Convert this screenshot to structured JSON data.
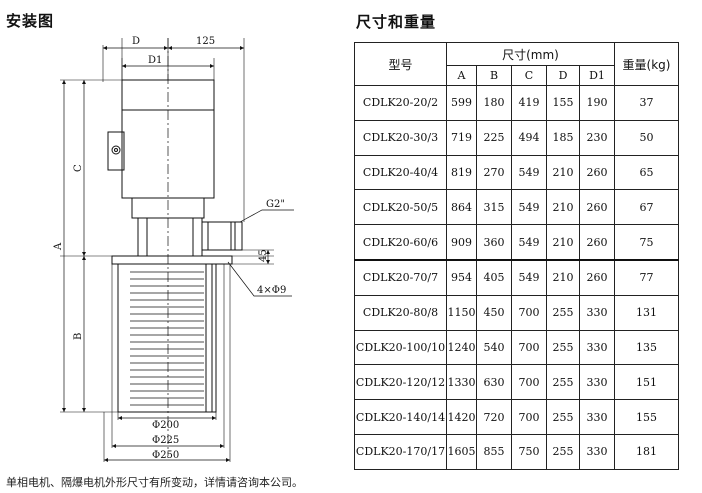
{
  "left_title": "安装图",
  "right_title": "尺寸和重量",
  "drawing_labels": {
    "D": "D",
    "w125": "125",
    "D1": "D1",
    "C": "C",
    "A": "A",
    "B": "B",
    "G2": "G2\"",
    "h45": "45",
    "holes": "4×Φ9",
    "phi200": "Φ200",
    "phi225": "Φ225",
    "phi250": "Φ250"
  },
  "table": {
    "model_header": "型号",
    "size_header": "尺寸(mm)",
    "weight_header": "重量(kg)",
    "cols": [
      "A",
      "B",
      "C",
      "D",
      "D1"
    ],
    "rows": [
      {
        "model": "CDLK20-20/2",
        "A": "599",
        "B": "180",
        "C": "419",
        "D": "155",
        "D1": "190",
        "W": "37"
      },
      {
        "model": "CDLK20-30/3",
        "A": "719",
        "B": "225",
        "C": "494",
        "D": "185",
        "D1": "230",
        "W": "50"
      },
      {
        "model": "CDLK20-40/4",
        "A": "819",
        "B": "270",
        "C": "549",
        "D": "210",
        "D1": "260",
        "W": "65"
      },
      {
        "model": "CDLK20-50/5",
        "A": "864",
        "B": "315",
        "C": "549",
        "D": "210",
        "D1": "260",
        "W": "67"
      },
      {
        "model": "CDLK20-60/6",
        "A": "909",
        "B": "360",
        "C": "549",
        "D": "210",
        "D1": "260",
        "W": "75"
      },
      {
        "model": "CDLK20-70/7",
        "A": "954",
        "B": "405",
        "C": "549",
        "D": "210",
        "D1": "260",
        "W": "77"
      },
      {
        "model": "CDLK20-80/8",
        "A": "1150",
        "B": "450",
        "C": "700",
        "D": "255",
        "D1": "330",
        "W": "131"
      },
      {
        "model": "CDLK20-100/10",
        "A": "1240",
        "B": "540",
        "C": "700",
        "D": "255",
        "D1": "330",
        "W": "135"
      },
      {
        "model": "CDLK20-120/12",
        "A": "1330",
        "B": "630",
        "C": "700",
        "D": "255",
        "D1": "330",
        "W": "151"
      },
      {
        "model": "CDLK20-140/14",
        "A": "1420",
        "B": "720",
        "C": "700",
        "D": "255",
        "D1": "330",
        "W": "155"
      },
      {
        "model": "CDLK20-170/17",
        "A": "1605",
        "B": "855",
        "C": "750",
        "D": "255",
        "D1": "330",
        "W": "181"
      }
    ]
  },
  "note": "单相电机、隔爆电机外形尺寸有所变动，详情请咨询本公司。"
}
